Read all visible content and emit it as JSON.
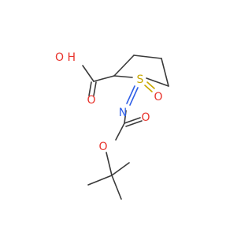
{
  "molecule": {
    "atoms": {
      "hydroxyl": "O H",
      "carbonyl_o1": "O",
      "sulfur": "S",
      "sulfoxide_o": "O",
      "nitrogen": "N",
      "ester_o": "O",
      "carbonyl_o2": "O"
    },
    "colors": {
      "bond": "#3a3a3a",
      "oxygen": "#e8332c",
      "sulfur": "#c9a800",
      "nitrogen": "#2f5fe6",
      "background": "#ffffff"
    }
  }
}
